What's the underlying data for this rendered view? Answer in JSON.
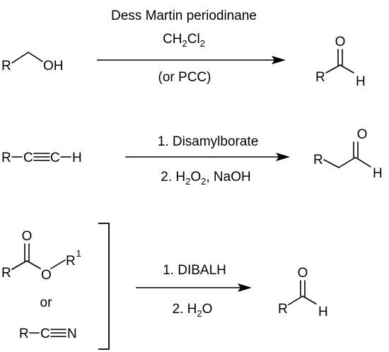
{
  "reactions": [
    {
      "reactant": {
        "r_label": "R",
        "oh_label": "OH"
      },
      "reagents": {
        "line1": "Dess Martin periodinane",
        "line2_prefix": "CH",
        "line2_sub1": "2",
        "line2_mid": "Cl",
        "line2_sub2": "2",
        "line3": "(or PCC)"
      },
      "product": {
        "r_label": "R",
        "o_label": "O",
        "h_label": "H"
      }
    },
    {
      "reactant": {
        "text_left": "R",
        "c1": "C",
        "c2": "C",
        "h_label": "H"
      },
      "reagents": {
        "line1": "1. Disamylborate",
        "line2_prefix": "2. H",
        "line2_sub1": "2",
        "line2_mid": "O",
        "line2_sub2": "2",
        "line2_suffix": ", NaOH"
      },
      "product": {
        "r_label": "R",
        "o_label": "O",
        "h_label": "H"
      }
    },
    {
      "reactants": {
        "ester": {
          "r_label": "R",
          "o_carbonyl": "O",
          "o_ether": "O",
          "r1_label": "R",
          "r1_sup": "1"
        },
        "or_label": "or",
        "nitrile": {
          "r_label": "R",
          "c_label": "C",
          "n_label": "N"
        }
      },
      "reagents": {
        "line1": "1. DIBALH",
        "line2_prefix": "2. H",
        "line2_sub": "2",
        "line2_suffix": "O"
      },
      "product": {
        "r_label": "R",
        "o_label": "O",
        "h_label": "H"
      }
    }
  ]
}
